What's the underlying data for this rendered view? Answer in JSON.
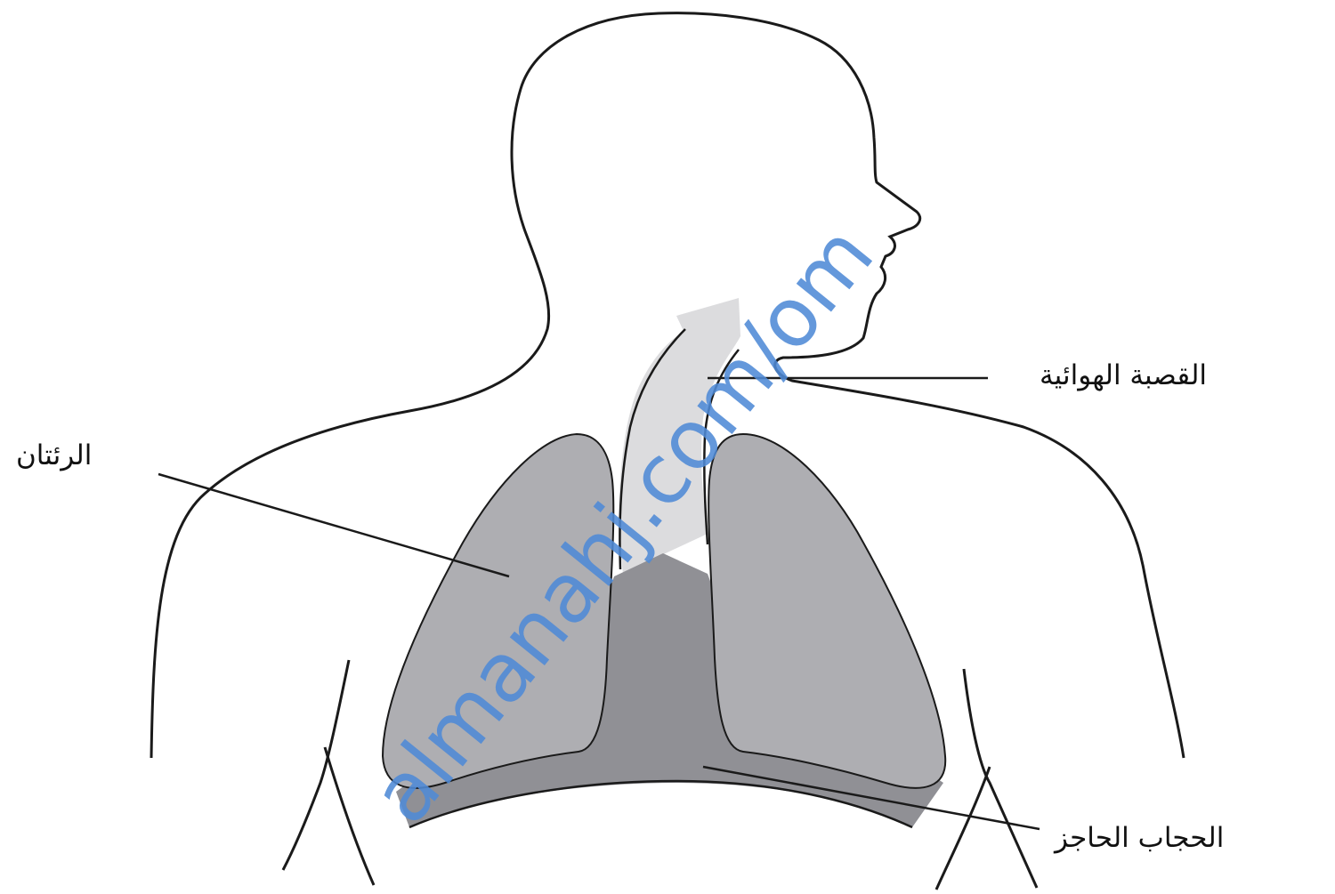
{
  "labels": {
    "trachea": "القصبة الهوائية",
    "lungs": "الرئتان",
    "diaphragm": "الحجاب الحاجز"
  },
  "watermark": "almanahj.com/om",
  "colors": {
    "outline": "#1a1a1a",
    "lung_fill": "#aeaeb2",
    "diaphragm_fill": "#909095",
    "trachea_fill": "#dcdcde",
    "watermark": "#4e8ad6"
  }
}
